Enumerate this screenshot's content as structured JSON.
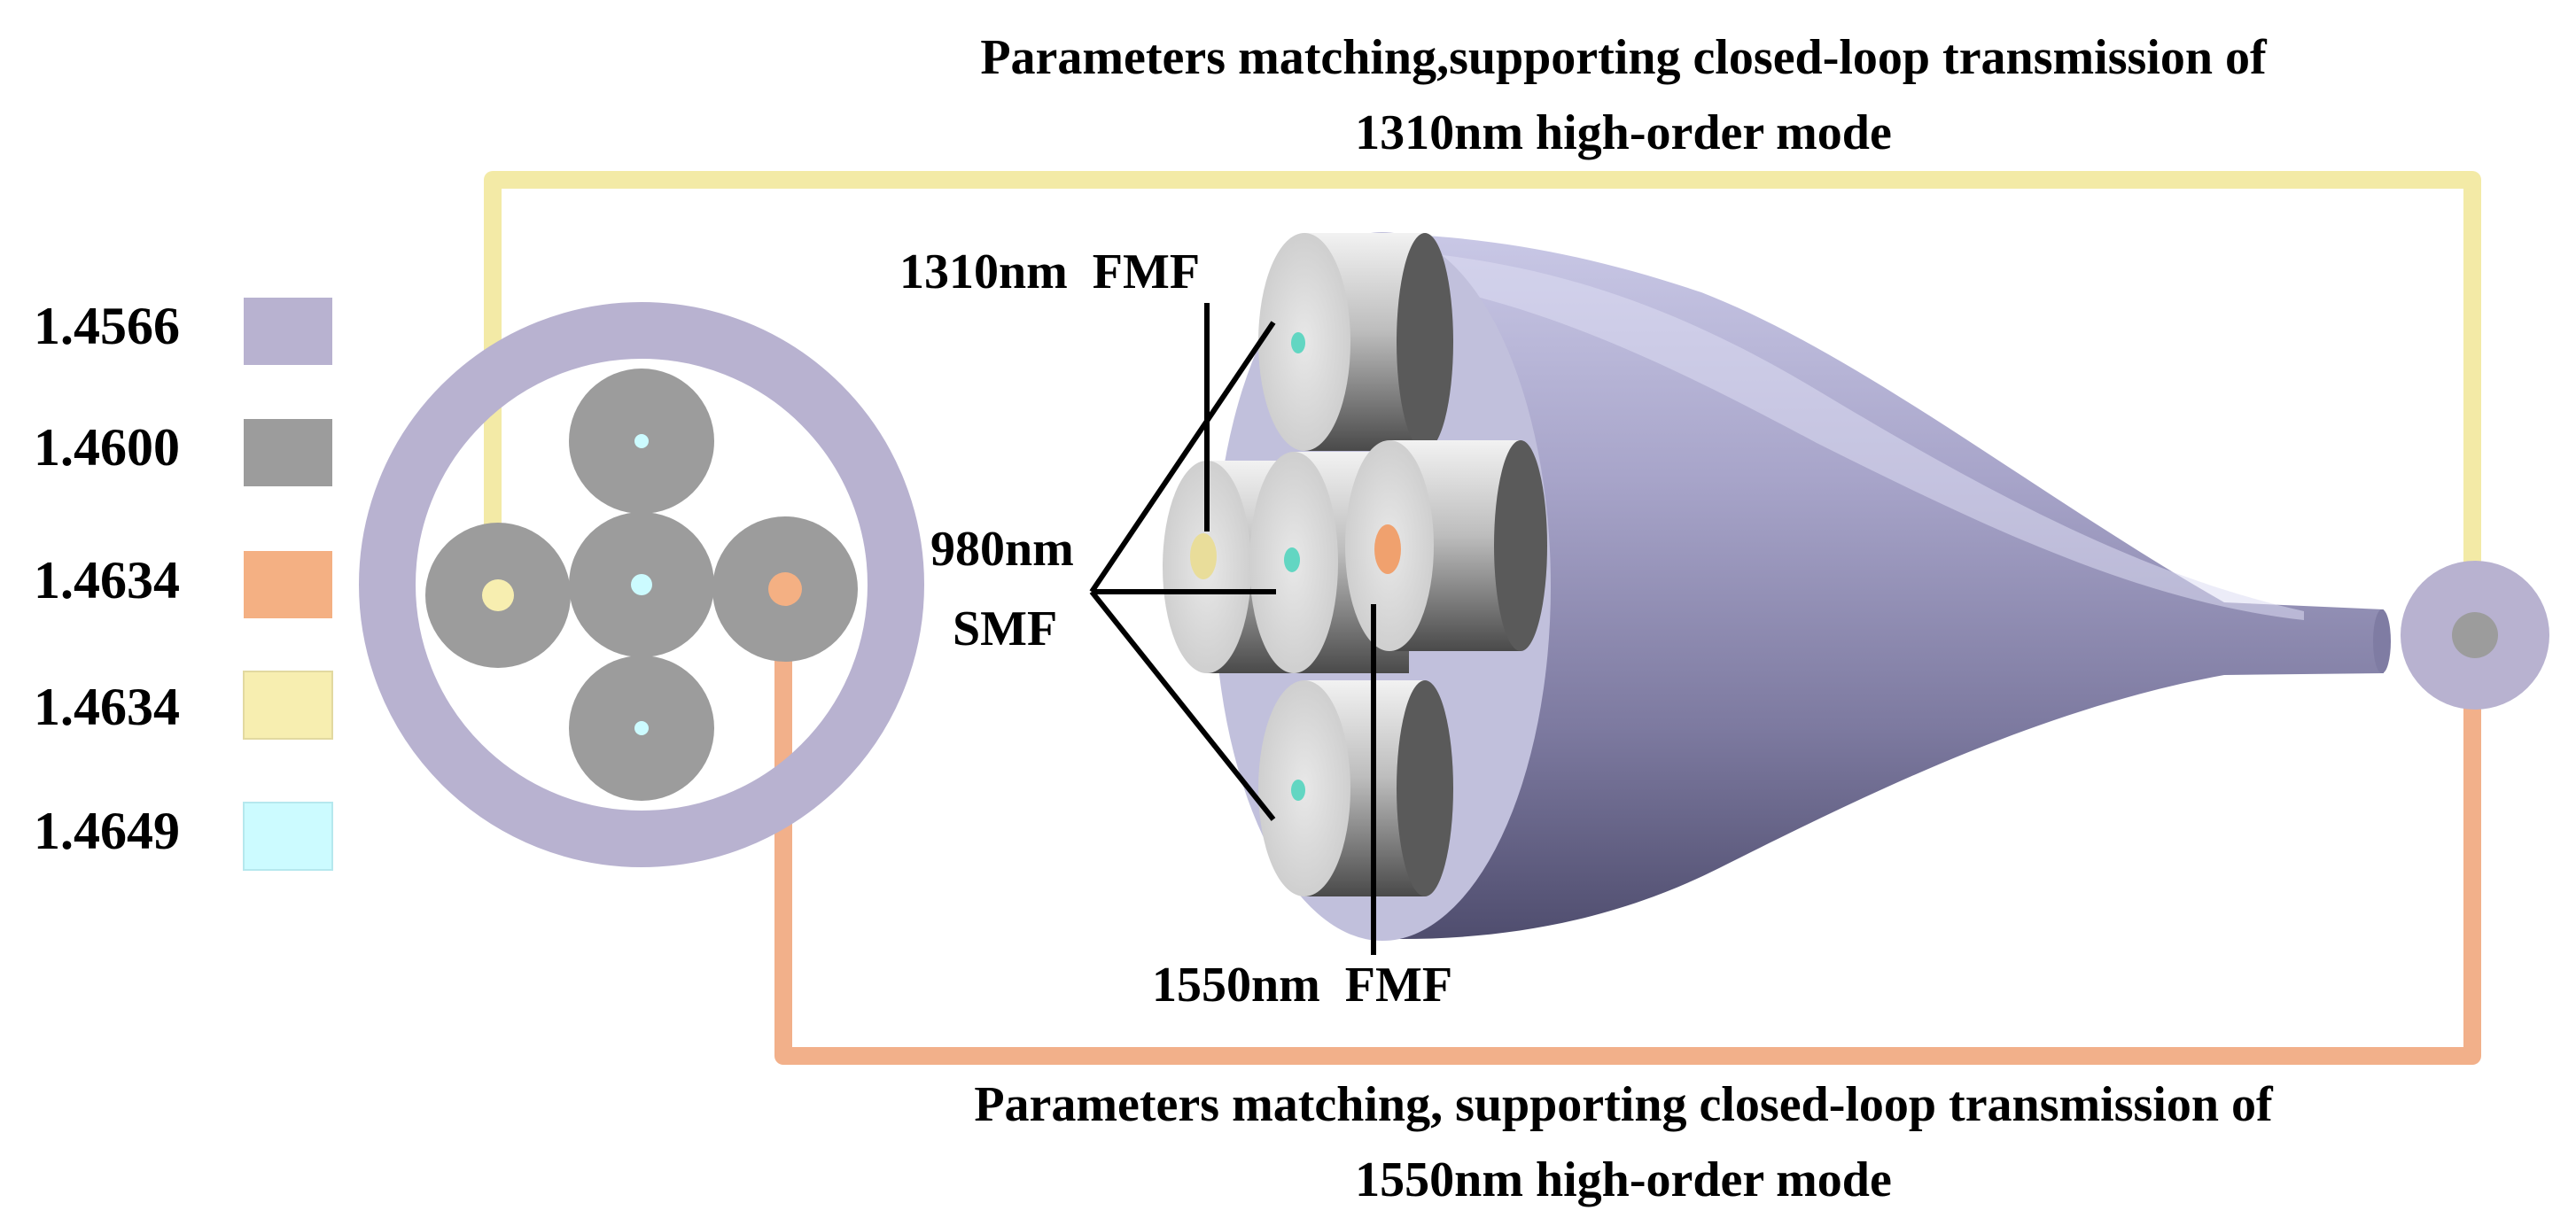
{
  "caption_top": {
    "line1": "Parameters matching,supporting closed-loop transmission of",
    "line2": "1310nm high-order mode"
  },
  "caption_bottom": {
    "line1": "Parameters matching, supporting closed-loop transmission of",
    "line2": "1550nm high-order mode"
  },
  "legend": [
    {
      "value": "1.4566",
      "color": "#b8b2d0"
    },
    {
      "value": "1.4600",
      "color": "#9c9c9c"
    },
    {
      "value": "1.4634",
      "color": "#f4b083"
    },
    {
      "value": "1.4634",
      "color": "#f7eeb0"
    },
    {
      "value": "1.4649",
      "color": "#ccfbff"
    }
  ],
  "labels": {
    "fmf_1310": "1310nm  FMF",
    "smf_980_line1": "980nm",
    "smf_980_line2": "SMF",
    "fmf_1550": "1550nm  FMF"
  },
  "colors": {
    "loop_top": "#f3eaa6",
    "loop_bottom": "#f2b08a",
    "cladding": "#b8b2d0",
    "fiber_gray": "#9c9c9c"
  }
}
